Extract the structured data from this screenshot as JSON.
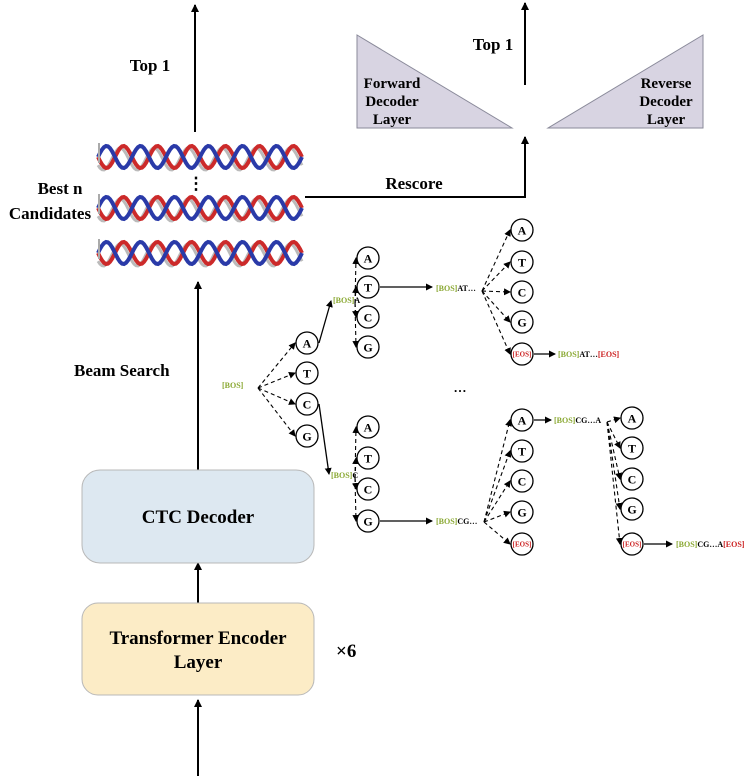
{
  "title": {
    "top1_left": "Top 1",
    "top1_right": "Top 1",
    "best_n_line1": "Best n",
    "best_n_line2": "Candidates",
    "candidates_ellipsis": "⋮",
    "rescore": "Rescore",
    "beam_search": "Beam Search",
    "times6": "×6"
  },
  "modules": {
    "forward_decoder": [
      "Forward",
      "Decoder",
      "Layer"
    ],
    "reverse_decoder": [
      "Reverse",
      "Decoder",
      "Layer"
    ],
    "ctc_decoder": "CTC Decoder",
    "transformer_encoder": [
      "Transformer Encoder",
      "Layer"
    ]
  },
  "tokens": {
    "bos": "[BOS]",
    "eos": "[EOS]",
    "bos_a": "A",
    "bos_c": "C",
    "bos_at": "AT…",
    "bos_cg": "CG…",
    "bos_cga": "CG…A",
    "result_at": "AT…",
    "result_cga": "CG…A",
    "middle_ellipsis": "…"
  },
  "nucleotides": [
    "A",
    "T",
    "C",
    "G"
  ],
  "colors": {
    "ctc_fill": "#dde8f1",
    "encoder_fill": "#fcecc6",
    "decoder_triangle": "#d8d4e2",
    "bos_green": "#8aa832",
    "eos_red": "#cc2222",
    "helix_red": "#cc2a2a",
    "helix_blue": "#2a3aa8"
  }
}
